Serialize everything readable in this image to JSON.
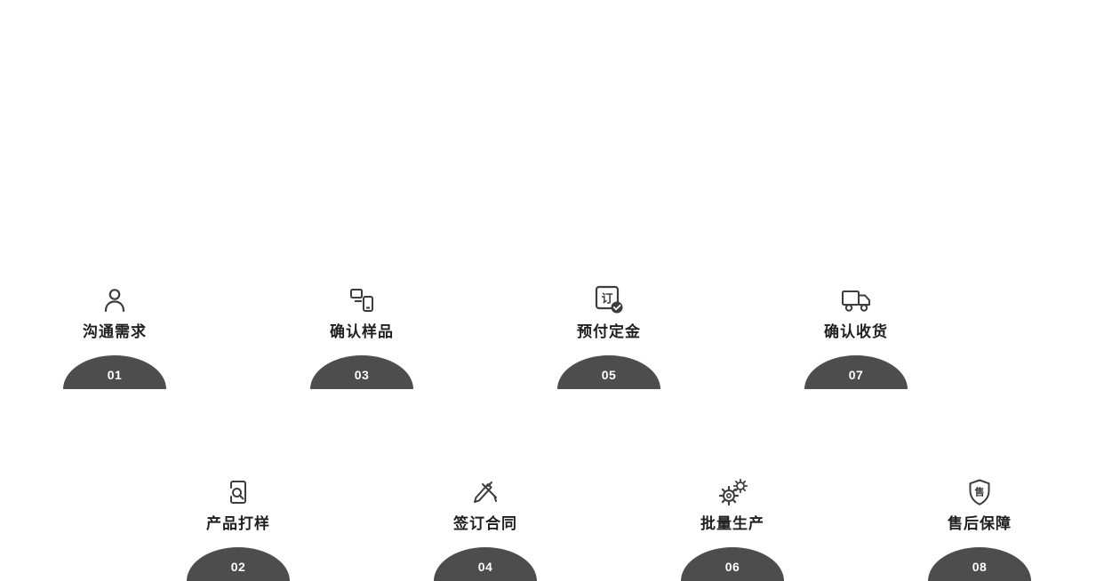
{
  "diagram": {
    "type": "process-flow",
    "colors": {
      "background": "#ffffff",
      "semicircle": "#4d4d4d",
      "number_text": "#ffffff",
      "label_text": "#1f1f1f",
      "icon_stroke": "#3d3d3d"
    },
    "steps": [
      {
        "number": "01",
        "label": "沟通需求",
        "icon": "person-icon",
        "row": "top"
      },
      {
        "number": "02",
        "label": "产品打样",
        "icon": "document-search-icon",
        "row": "bottom"
      },
      {
        "number": "03",
        "label": "确认样品",
        "icon": "sample-devices-icon",
        "row": "top"
      },
      {
        "number": "04",
        "label": "签订合同",
        "icon": "crossed-pens-icon",
        "row": "bottom"
      },
      {
        "number": "05",
        "label": "预付定金",
        "icon": "order-check-icon",
        "row": "top"
      },
      {
        "number": "06",
        "label": "批量生产",
        "icon": "gears-icon",
        "row": "bottom"
      },
      {
        "number": "07",
        "label": "确认收货",
        "icon": "delivery-truck-icon",
        "row": "top"
      },
      {
        "number": "08",
        "label": "售后保障",
        "icon": "shield-icon",
        "row": "bottom"
      }
    ],
    "icon_glyphs": {
      "order_char": "订",
      "shield_char": "售"
    }
  }
}
